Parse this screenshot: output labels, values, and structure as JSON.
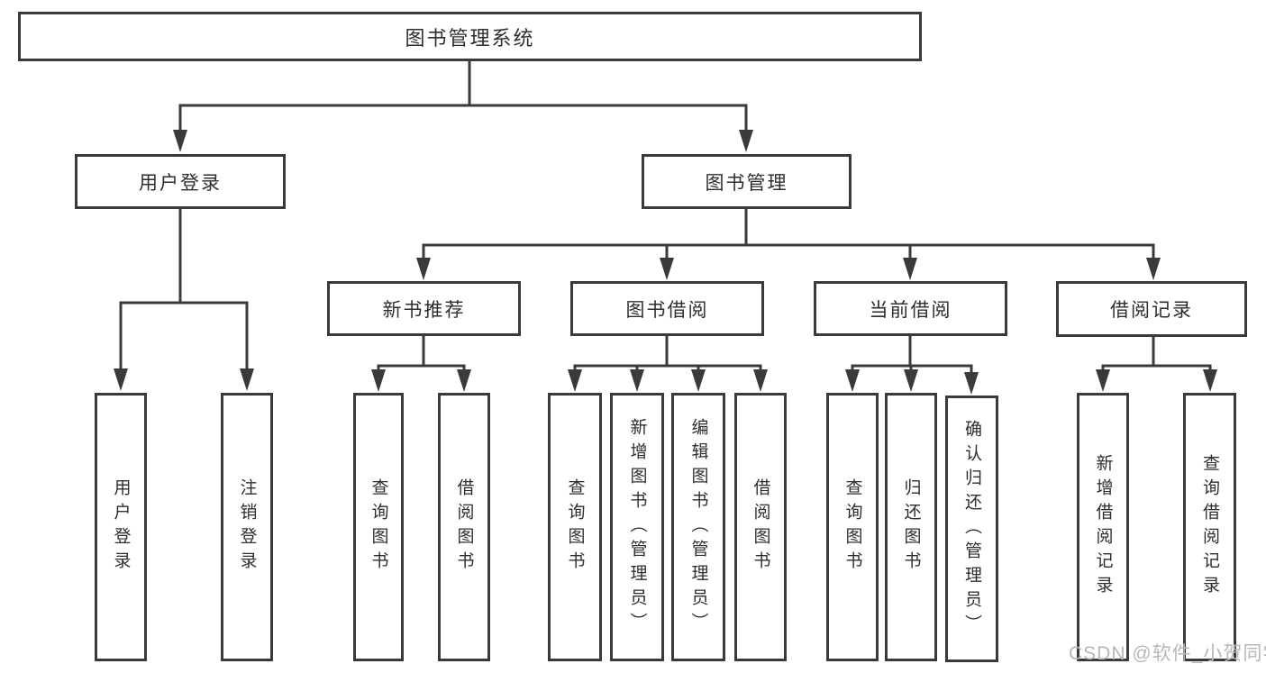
{
  "diagram": {
    "root": "图书管理系统",
    "level2": [
      "用户登录",
      "图书管理"
    ],
    "level3": [
      "新书推荐",
      "图书借阅",
      "当前借阅",
      "借阅记录"
    ],
    "level4": {
      "user_login": [
        "用户登录",
        "注销登录"
      ],
      "new_book": [
        "查询图书",
        "借阅图书"
      ],
      "book_borrow": [
        "查询图书",
        "新增图书（管理员）",
        "编辑图书（管理员）",
        "借阅图书"
      ],
      "current_borrow": [
        "查询图书",
        "归还图书",
        "确认归还（管理员）"
      ],
      "borrow_record": [
        "新增借阅记录",
        "查询借阅记录"
      ]
    }
  },
  "watermark": "CSDN @软件_小贺同学",
  "colors": {
    "line": "#3a3a3a",
    "text": "#2e2e2e",
    "watermark": "#b7b7b7",
    "background": "#ffffff"
  }
}
